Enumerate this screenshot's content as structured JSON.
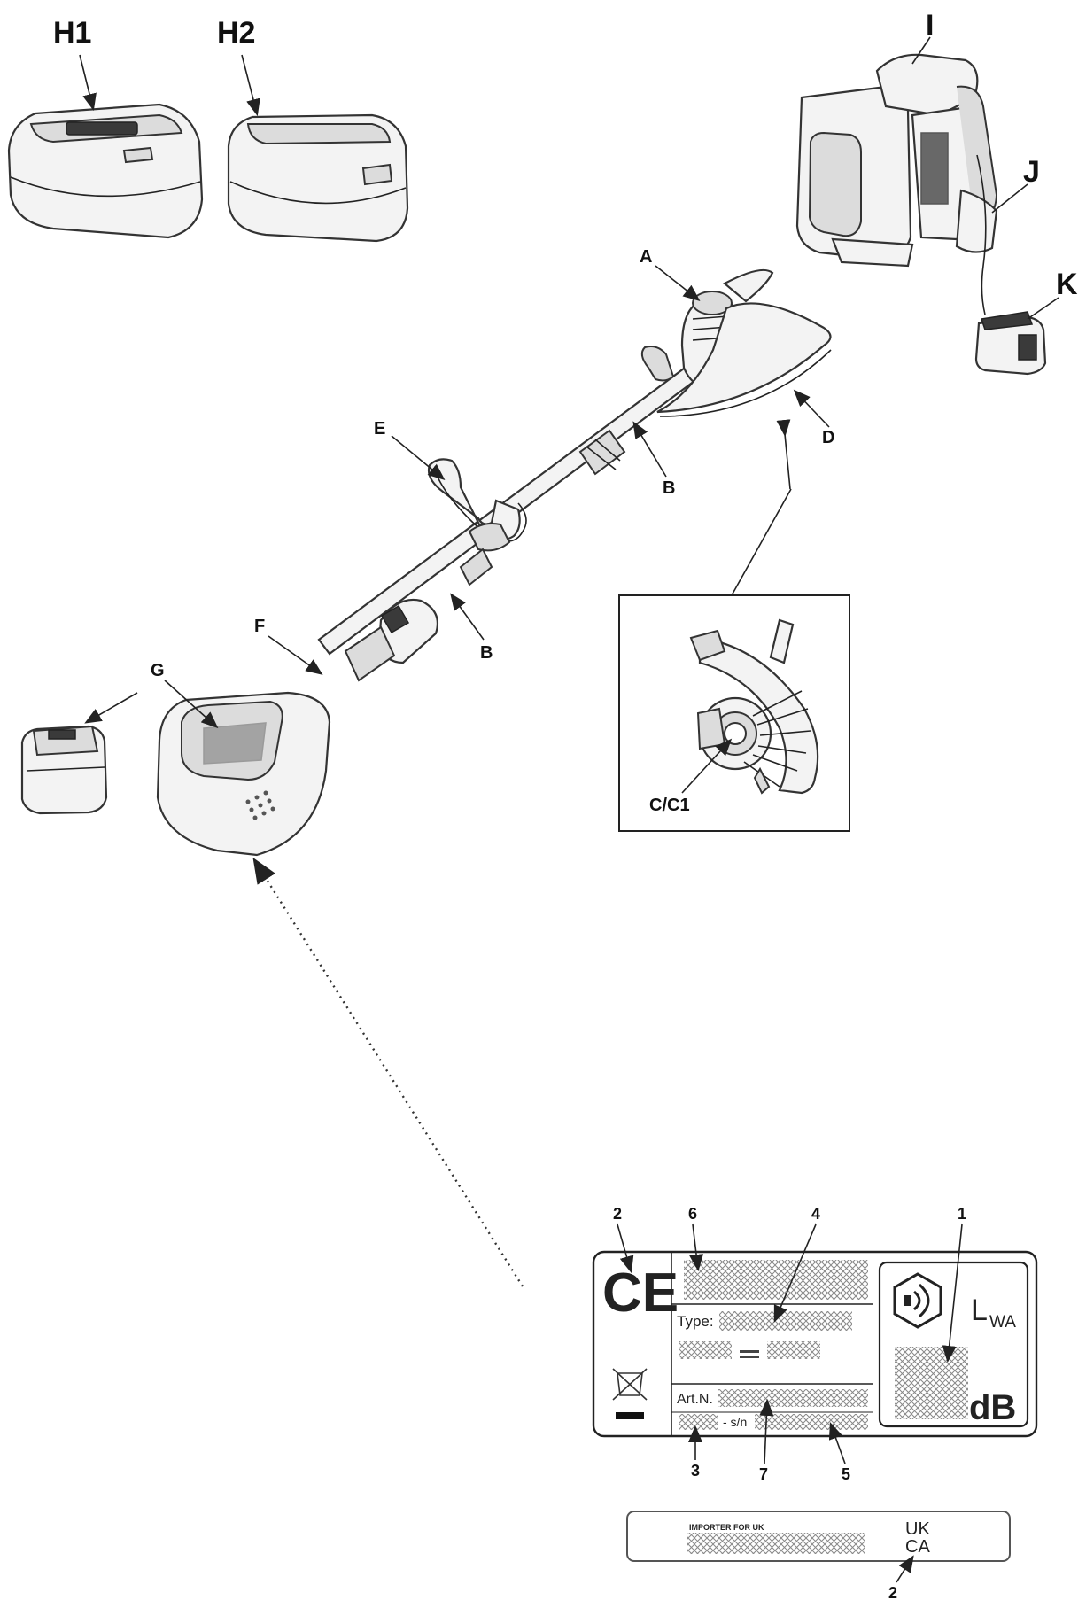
{
  "labels": {
    "H1": "H1",
    "H2": "H2",
    "I": "I",
    "J": "J",
    "K": "K",
    "A": "A",
    "B": "B",
    "C_C1": "C/C1",
    "D": "D",
    "E": "E",
    "F": "F",
    "G": "G"
  },
  "rating_plate": {
    "callouts": [
      "1",
      "2",
      "3",
      "4",
      "5",
      "6",
      "7"
    ],
    "ce_mark": "CE",
    "type_label": "Type:",
    "art_label": "Art.N.",
    "sn_label": "- s/n",
    "lwa_label": "L",
    "lwa_sub": "WA",
    "db_label": "dB"
  },
  "uk_plate": {
    "importer_text": "IMPORTER FOR UK",
    "ukca_top": "UK",
    "ukca_bottom": "CA",
    "callout": "2"
  },
  "icons": [
    "sound-power-icon",
    "wheelie-bin-crossed-icon",
    "ce-mark-icon",
    "ukca-mark-icon"
  ]
}
